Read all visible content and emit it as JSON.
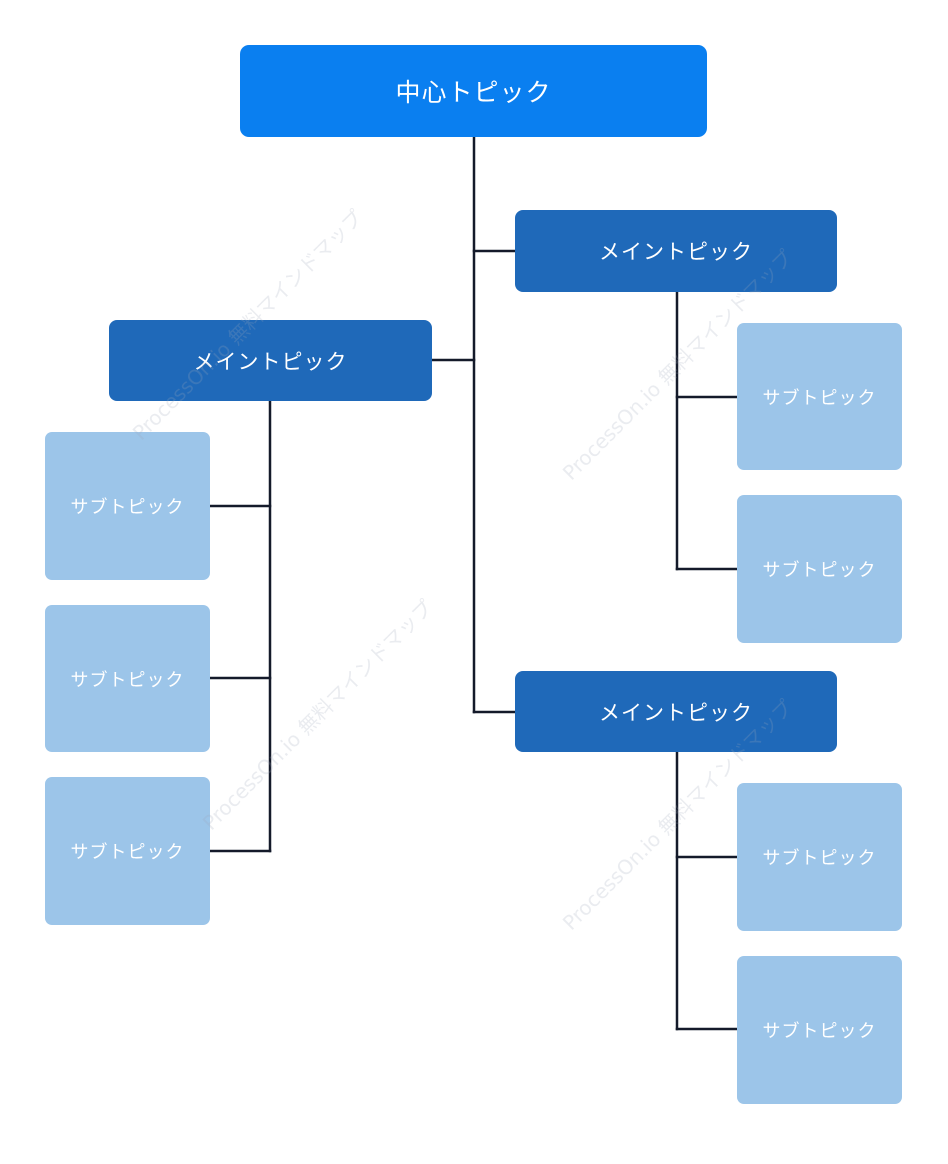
{
  "colors": {
    "central": "#0a7ff0",
    "main": "#1f69b9",
    "sub": "#9cc5e9",
    "connector": "#141a2a",
    "text": "#ffffff"
  },
  "watermark": "ProcessOn.io 無料マインドマップ",
  "mindmap": {
    "central": {
      "label": "中心トピック"
    },
    "branches": [
      {
        "label": "メイントピック",
        "side": "left",
        "subtopics": [
          {
            "label": "サブトピック"
          },
          {
            "label": "サブトピック"
          },
          {
            "label": "サブトピック"
          }
        ]
      },
      {
        "label": "メイントピック",
        "side": "right",
        "subtopics": [
          {
            "label": "サブトピック"
          },
          {
            "label": "サブトピック"
          }
        ]
      },
      {
        "label": "メイントピック",
        "side": "right",
        "subtopics": [
          {
            "label": "サブトピック"
          },
          {
            "label": "サブトピック"
          }
        ]
      }
    ]
  }
}
